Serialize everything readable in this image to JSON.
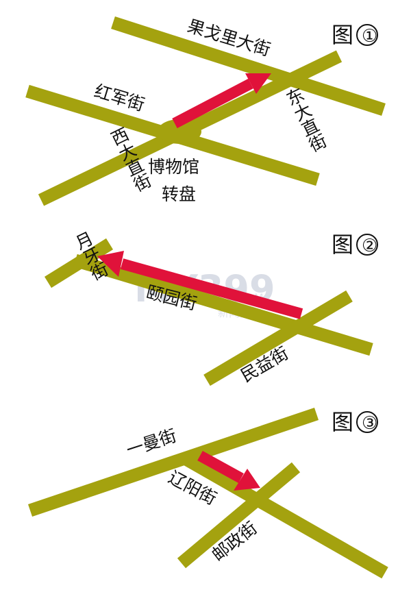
{
  "panels": [
    {
      "figure_word": "图",
      "figure_number": "①",
      "streets": [
        "果戈里大街",
        "红军街",
        "西大直街",
        "东大直街",
        "博物馆",
        "转盘"
      ]
    },
    {
      "figure_word": "图",
      "figure_number": "②",
      "streets": [
        "月牙街",
        "颐园街",
        "民益街"
      ]
    },
    {
      "figure_word": "图",
      "figure_number": "③",
      "streets": [
        "一曼街",
        "辽阳街",
        "邮政街"
      ]
    }
  ],
  "watermark": {
    "brand": "MY399",
    "domain": ".COM",
    "sub": "新闻网"
  },
  "colors": {
    "road": "#a4a20f",
    "route_arrow": "#e0123a",
    "text": "#111111"
  }
}
